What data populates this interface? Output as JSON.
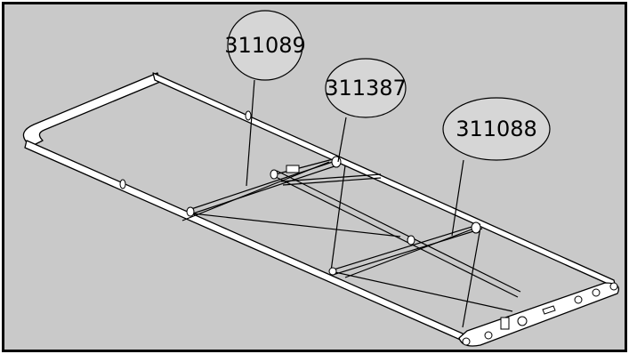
{
  "diagram": {
    "colors": {
      "background": "#c9c9c9",
      "frame": "#ffffff",
      "line": "#000000",
      "bubble": "#d6d6d6"
    },
    "callouts": [
      {
        "id": "callout-1",
        "label": "311089"
      },
      {
        "id": "callout-2",
        "label": "311387"
      },
      {
        "id": "callout-3",
        "label": "311088"
      }
    ]
  }
}
